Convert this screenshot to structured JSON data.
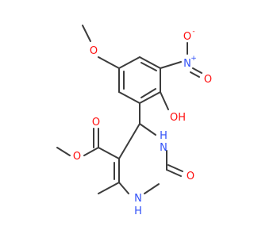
{
  "colors": {
    "bond": "#3c3c3c",
    "oxygen": "#ff0d0d",
    "nitrogen": "#3050f8",
    "carbon": "#3c3c3c"
  },
  "atoms": {
    "methoxy_ether_o": "O",
    "nitro_n": "N",
    "nitro_plus": "+",
    "nitro_o_single": "O",
    "nitro_minus": "-",
    "nitro_o_double": "O",
    "phenol_oh": "OH",
    "ester_carbonyl_o": "O",
    "ester_ether_o": "O",
    "ring_nh_top": "H",
    "ring_n_top": "N",
    "ring_nh_bottom": "H",
    "ring_n_bottom": "N",
    "urea_carbonyl_o": "O"
  }
}
